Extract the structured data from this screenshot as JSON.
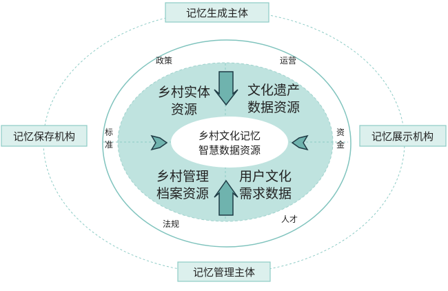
{
  "colors": {
    "teal_fill": "#bfe3df",
    "line": "#7fc3bd",
    "box_fill": "#dcf0ed",
    "arrow": "#6fb3ae"
  },
  "boxes": {
    "top": "记忆生成主体",
    "left": "记忆保存机构",
    "right": "记忆展示机构",
    "bottom": "记忆管理主体"
  },
  "factors": {
    "top_left": "政策",
    "top_right": "运营",
    "left": [
      "标",
      "准"
    ],
    "right": [
      "资",
      "金"
    ],
    "bottom_left": "法规",
    "bottom_right": "人才"
  },
  "resources": {
    "top_left": [
      "乡村实体",
      "资源"
    ],
    "top_right": [
      "文化遗产",
      "数据资源"
    ],
    "bottom_left": [
      "乡村管理",
      "档案资源"
    ],
    "bottom_right": [
      "用户文化",
      "需求数据"
    ]
  },
  "center": [
    "乡村文化记忆",
    "智慧数据资源"
  ]
}
